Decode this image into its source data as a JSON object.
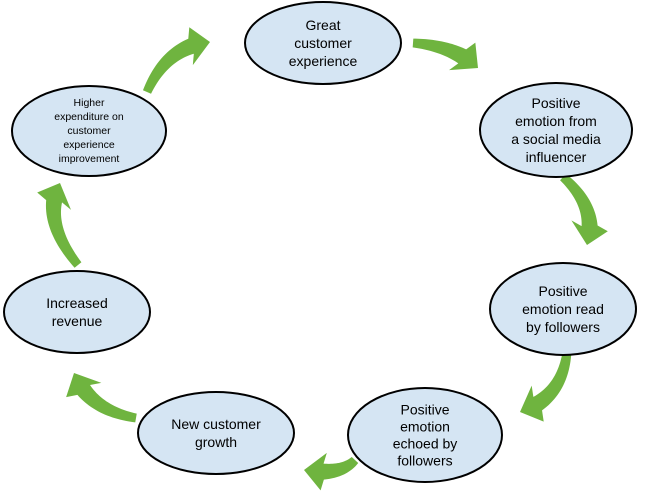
{
  "diagram": {
    "type": "cycle",
    "colors": {
      "node_fill": "#d5e5f3",
      "node_stroke": "#000000",
      "arrow": "#6fb43f"
    },
    "nodes": [
      {
        "id": "great-customer-experience",
        "lines": [
          "Great",
          "customer",
          "experience"
        ]
      },
      {
        "id": "positive-emotion-influencer",
        "lines": [
          "Positive",
          "emotion from",
          "a social media",
          "influencer"
        ]
      },
      {
        "id": "positive-emotion-read",
        "lines": [
          "Positive",
          "emotion read",
          "by followers"
        ]
      },
      {
        "id": "positive-emotion-echoed",
        "lines": [
          "Positive",
          "emotion",
          "echoed by",
          "followers"
        ]
      },
      {
        "id": "new-customer-growth",
        "lines": [
          "New customer",
          "growth"
        ]
      },
      {
        "id": "increased-revenue",
        "lines": [
          "Increased",
          "revenue"
        ]
      },
      {
        "id": "higher-expenditure",
        "lines": [
          "Higher",
          "expenditure on",
          "customer",
          "experience",
          "improvement"
        ]
      }
    ],
    "arrows": [
      {
        "from": "great-customer-experience",
        "to": "positive-emotion-influencer"
      },
      {
        "from": "positive-emotion-influencer",
        "to": "positive-emotion-read"
      },
      {
        "from": "positive-emotion-read",
        "to": "positive-emotion-echoed"
      },
      {
        "from": "positive-emotion-echoed",
        "to": "new-customer-growth"
      },
      {
        "from": "new-customer-growth",
        "to": "increased-revenue"
      },
      {
        "from": "increased-revenue",
        "to": "higher-expenditure"
      },
      {
        "from": "higher-expenditure",
        "to": "great-customer-experience"
      }
    ]
  }
}
